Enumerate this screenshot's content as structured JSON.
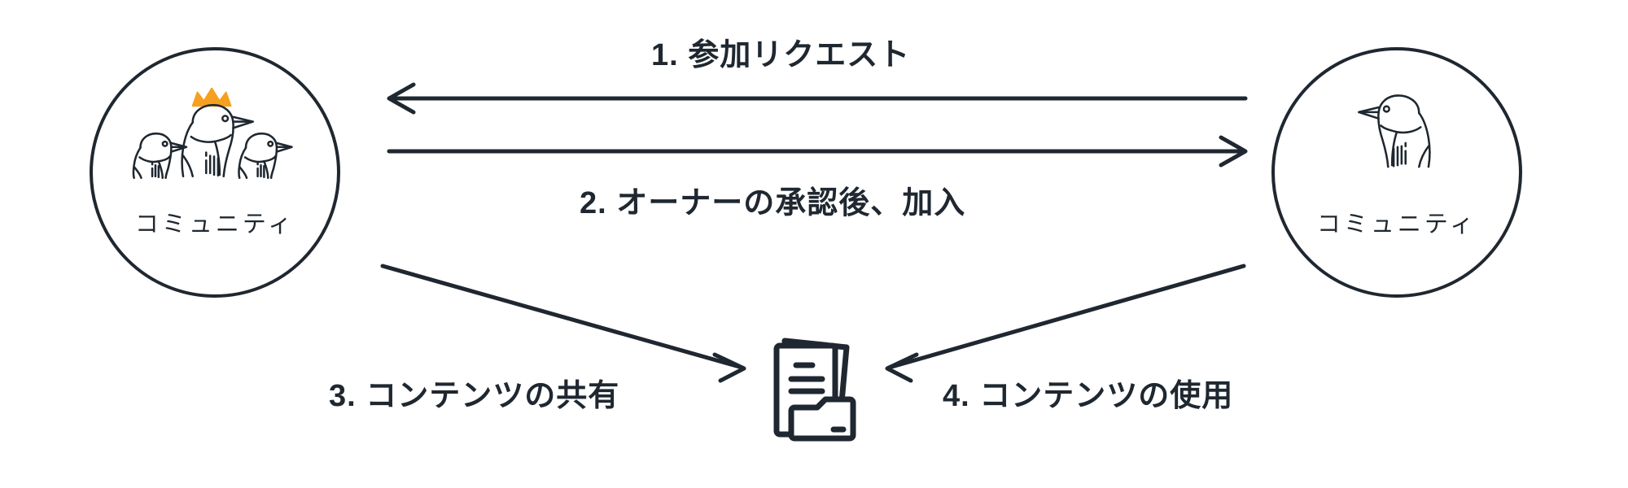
{
  "diagram": {
    "type": "flow-diagram",
    "background_color": "#ffffff",
    "line_color": "#1f2730",
    "accent_color": "#f5a020",
    "nodes": [
      {
        "id": "owner-community",
        "label": "コミュニティ",
        "icon": "three-penguins-with-crown-icon",
        "crown_color": "#f5a020",
        "position": "left"
      },
      {
        "id": "member-community",
        "label": "コミュニティ",
        "icon": "single-penguin-icon",
        "position": "right"
      }
    ],
    "center_object": {
      "id": "shared-content",
      "icon": "documents-folder-icon"
    },
    "steps": [
      {
        "number": "1.",
        "label": "1. 参加リクエスト",
        "direction": "right-to-left",
        "from": "member-community",
        "to": "owner-community"
      },
      {
        "number": "2.",
        "label": "2. オーナーの承認後、加入",
        "direction": "left-to-right",
        "from": "owner-community",
        "to": "member-community"
      },
      {
        "number": "3.",
        "label": "3. コンテンツの共有",
        "direction": "down-right",
        "from": "owner-community",
        "to": "shared-content"
      },
      {
        "number": "4.",
        "label": "4. コンテンツの使用",
        "direction": "down-left",
        "from": "member-community",
        "to": "shared-content"
      }
    ]
  }
}
